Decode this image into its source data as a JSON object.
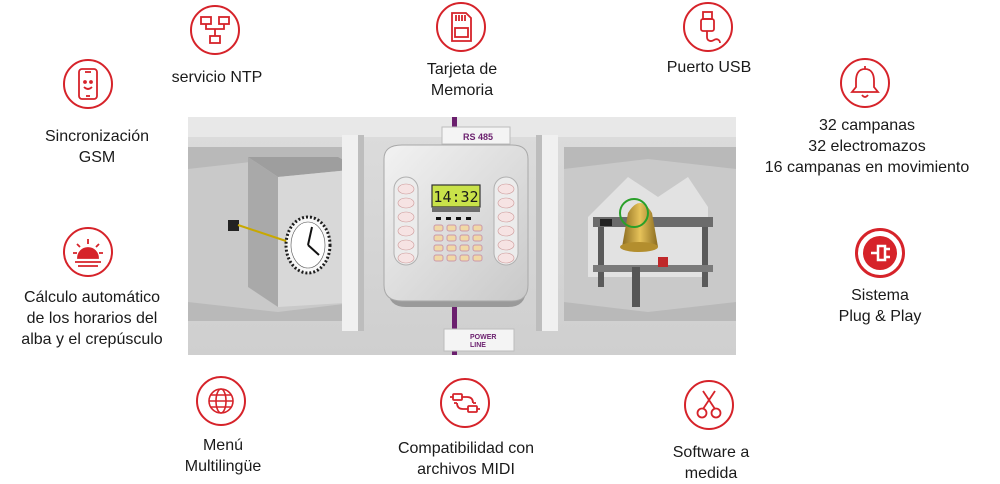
{
  "features": {
    "ntp": {
      "lines": [
        "servicio NTP"
      ],
      "icon": "network-computers-icon"
    },
    "memoria": {
      "lines": [
        "Tarjeta de",
        "Memoria"
      ],
      "icon": "sd-card-icon"
    },
    "usb": {
      "lines": [
        "Puerto USB"
      ],
      "icon": "usb-plug-icon"
    },
    "gsm": {
      "lines": [
        "Sincronización",
        "GSM"
      ],
      "icon": "smartphone-icon"
    },
    "campanas": {
      "lines": [
        "32 campanas",
        "32 electromazos",
        "16 campanas en movimiento"
      ],
      "icon": "bell-icon"
    },
    "horarios": {
      "lines": [
        "Cálculo automático",
        "de los horarios del",
        "alba y el crepúsculo"
      ],
      "icon": "sunrise-icon"
    },
    "plug": {
      "lines": [
        "Sistema",
        "Plug & Play"
      ],
      "icon": "power-plug-icon"
    },
    "menu": {
      "lines": [
        "Menú",
        "Multilingüe"
      ],
      "icon": "globe-icon"
    },
    "midi": {
      "lines": [
        "Compatibilidad con",
        "archivos MIDI"
      ],
      "icon": "cables-connector-icon"
    },
    "software": {
      "lines": [
        "Software a",
        "medida"
      ],
      "icon": "scissors-icon"
    }
  },
  "scene": {
    "rs485_label": "RS 485",
    "power_label_1": "POWER",
    "power_label_2": "LINE",
    "clock_display": "14:32",
    "accent_color": "#d6232a",
    "cable_color": "#6b1f6e"
  }
}
